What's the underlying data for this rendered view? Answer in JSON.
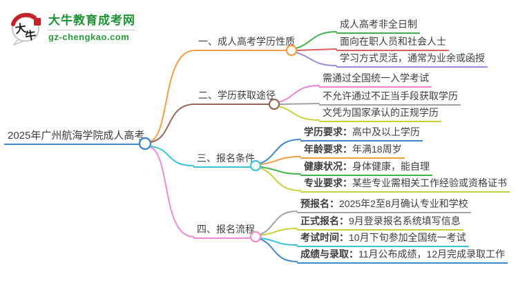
{
  "logo": {
    "icon_char1": "大",
    "icon_char2": "牛",
    "site_name": "大牛教育成考网",
    "site_domain": "gz-chengkao.com"
  },
  "mindmap": {
    "root": {
      "text": "2025年广州航海学院成人高考"
    },
    "branches": [
      {
        "label": "一、成人高考学历性质",
        "color": "#f59d45",
        "leaves": [
          {
            "text": "成人高考非全日制",
            "color": "#3fb44c"
          },
          {
            "text": "面向在职人员和社会人士",
            "color": "#e05c5c"
          },
          {
            "text": "学习方式灵活，通常为业余或函授",
            "color": "#a186dd"
          }
        ]
      },
      {
        "label": "二、学历获取途径",
        "color": "#9a6457",
        "leaves": [
          {
            "text": "需通过全国统一入学考试",
            "color": "#ee82d8"
          },
          {
            "text": "不允许通过不正当手段获取学历",
            "color": "#a2a2a2"
          },
          {
            "text": "文凭为国家承认的正规学历",
            "color": "#c9d03c"
          }
        ]
      },
      {
        "label": "三、报名条件",
        "color": "#38c5d8",
        "leaves": [
          {
            "label": "学历要求：",
            "value": "高中及以上学历",
            "color": "#3f86cc"
          },
          {
            "label": "年龄要求：",
            "value": "年满18周岁",
            "color": "#f59d45"
          },
          {
            "label": "健康状况：",
            "value": "身体健康，能自理",
            "color": "#3fb44c"
          },
          {
            "label": "专业要求：",
            "value": "某些专业需相关工作经验或资格证书",
            "color": "#c9d03c"
          }
        ]
      },
      {
        "label": "四、报名流程",
        "color": "#f08ad5",
        "leaves": [
          {
            "label": "预报名：",
            "value": "2025年2至8月确认专业和学校",
            "color": "#a2a2a2"
          },
          {
            "label": "正式报名：",
            "value": "9月登录报名系统填写信息",
            "color": "#c9d03c"
          },
          {
            "label": "考试时间：",
            "value": "10月下旬参加全国统一考试",
            "color": "#38c5d8"
          },
          {
            "label": "成绩与录取：",
            "value": "11月公布成绩，12月完成录取工作",
            "color": "#3f86cc"
          }
        ]
      }
    ]
  },
  "palette": {
    "root_blue": "#3f86cc",
    "brand_green": "#1e9333",
    "logo_red": "#c4232b",
    "text": "#3d3d3d"
  }
}
